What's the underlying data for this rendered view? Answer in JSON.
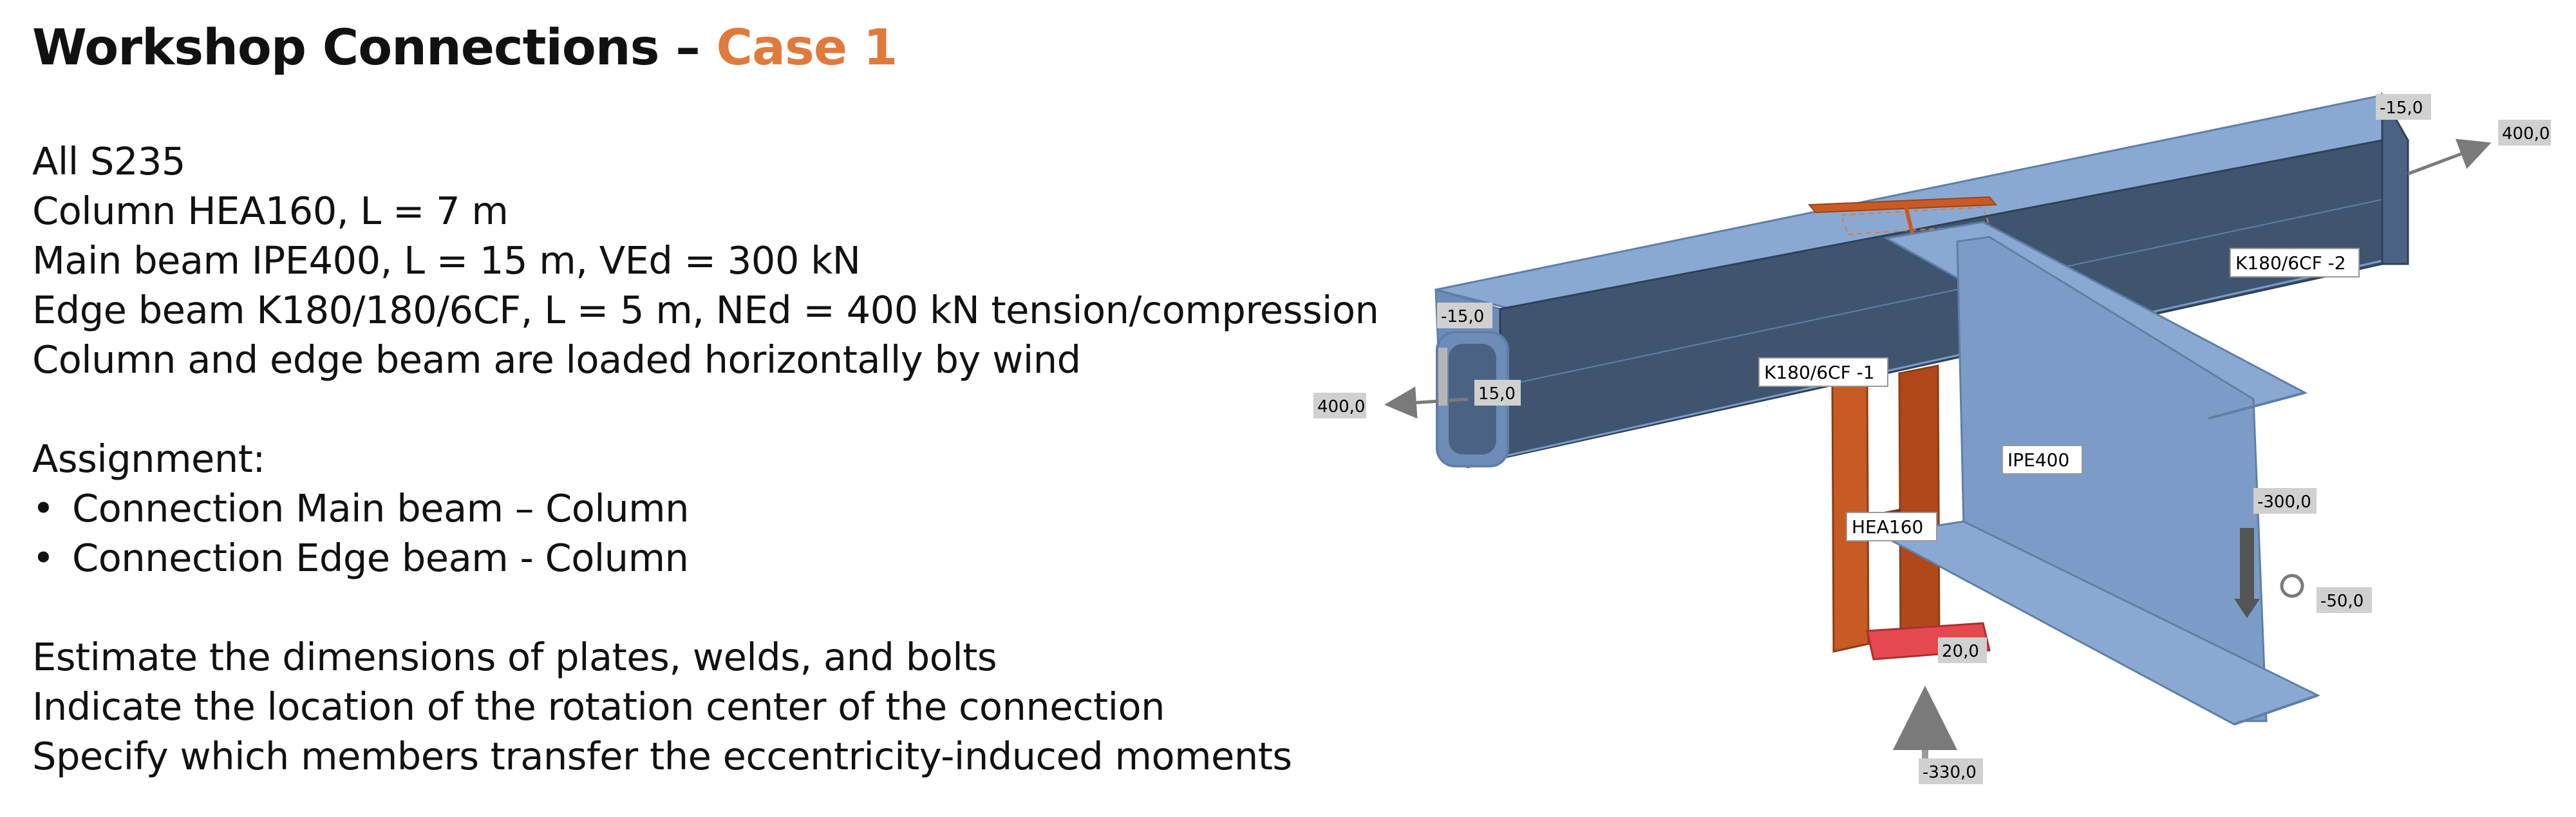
{
  "title": {
    "main": "Workshop Connections – ",
    "accent": "Case 1"
  },
  "colors": {
    "accent": "#e07a3c",
    "steel_light": "#7c9cc7",
    "steel_dark": "#3f556f",
    "plate": "#c85a24",
    "label_bg": "#d0d0d0"
  },
  "description": {
    "lines": [
      "All S235",
      "Column HEA160, L = 7 m",
      "Main beam IPE400, L = 15 m, VEd = 300 kN",
      "Edge beam K180/180/6CF, L = 5 m, NEd = 400 kN tension/compression",
      "Column and edge beam are loaded horizontally by wind"
    ],
    "assignment_heading": "Assignment:",
    "assignment_items": [
      "Connection Main beam – Column",
      "Connection Edge beam - Column"
    ],
    "tasks": [
      "Estimate the dimensions of plates, welds, and bolts",
      "Indicate the location of the rotation center of the connection",
      "Specify which members transfer the eccentricity-induced moments"
    ],
    "bullet": "•"
  },
  "model": {
    "member_labels": {
      "edge_beam_1": "K180/6CF -1",
      "edge_beam_2": "K180/6CF -2",
      "main_beam": "IPE400",
      "column": "HEA160"
    },
    "load_labels": {
      "left_axial": "400,0",
      "left_minus15": "-15,0",
      "left_15": "15,0",
      "right_minus15": "-15,0",
      "right_axial": "400,0",
      "main_shear": "-300,0",
      "main_minus50": "-50,0",
      "col_20": "20,0",
      "col_axial": "-330,0"
    }
  }
}
